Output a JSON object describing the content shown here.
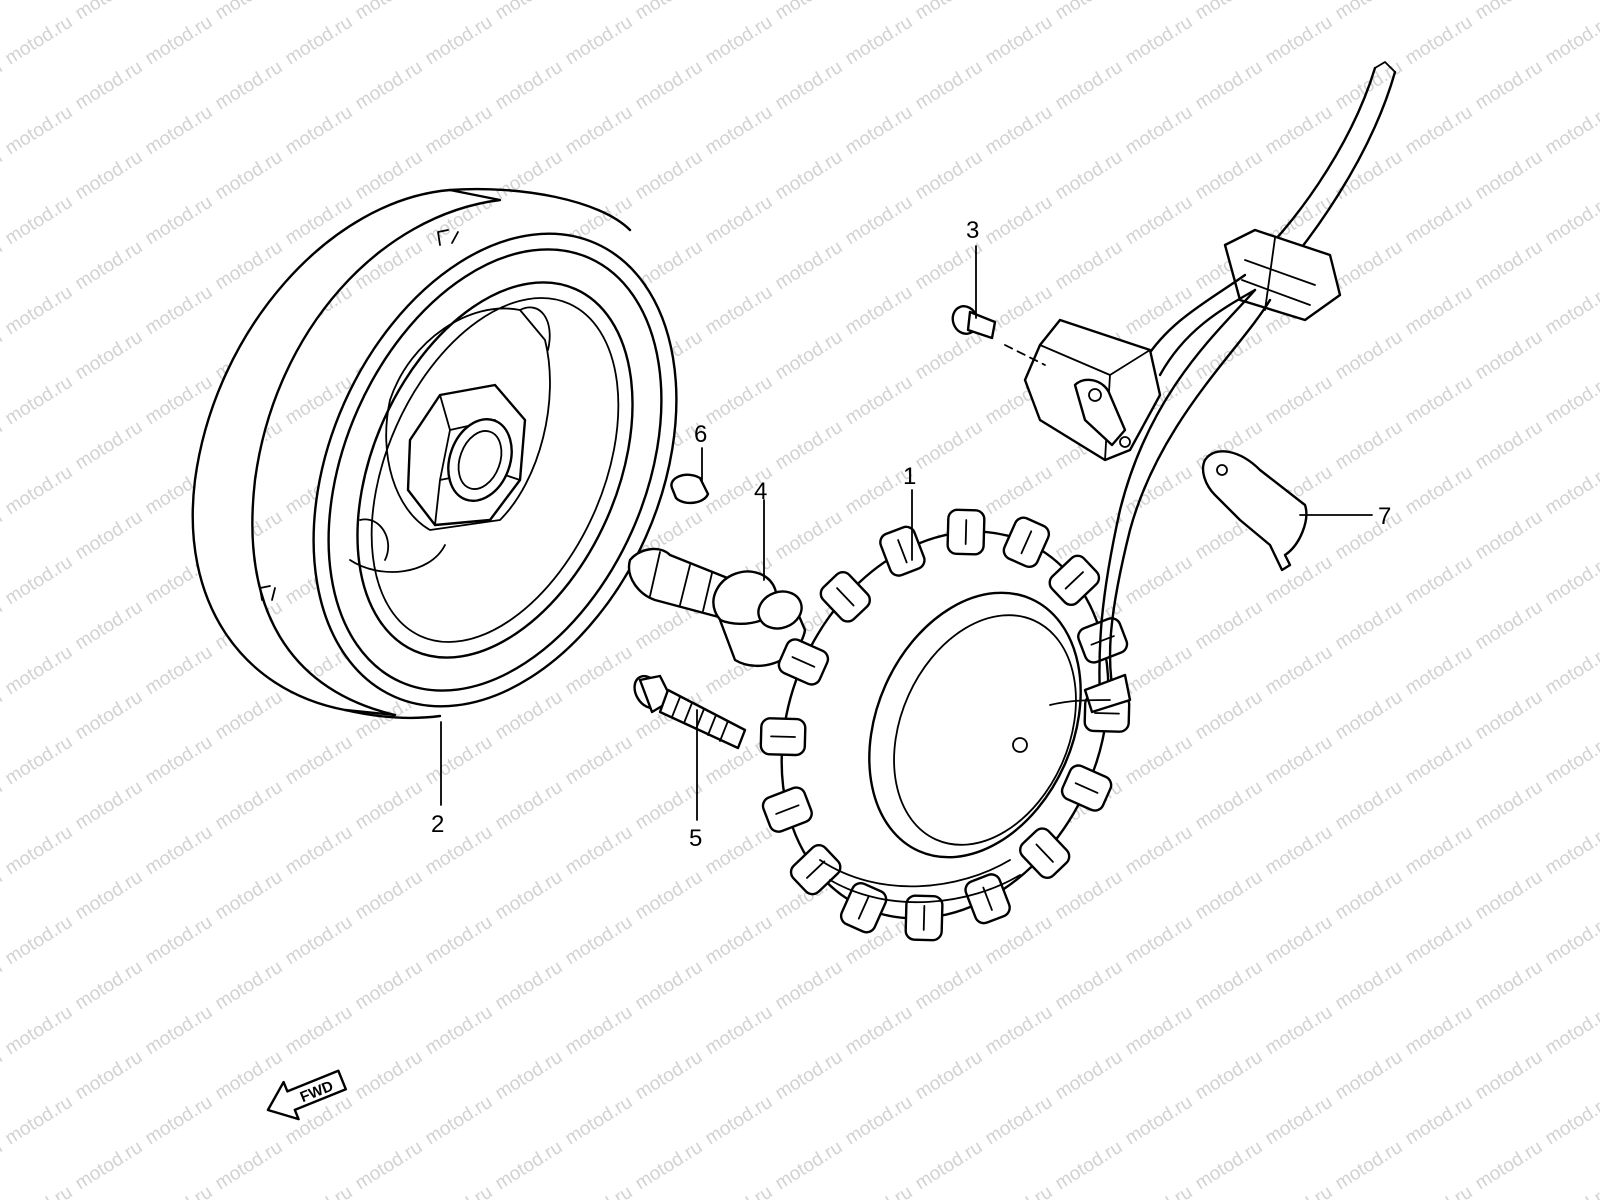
{
  "watermark": "motod.ru",
  "direction_marker": "FWD",
  "callouts": [
    {
      "id": "1",
      "label": "1"
    },
    {
      "id": "2",
      "label": "2"
    },
    {
      "id": "3",
      "label": "3"
    },
    {
      "id": "4",
      "label": "4"
    },
    {
      "id": "5",
      "label": "5"
    },
    {
      "id": "6",
      "label": "6"
    },
    {
      "id": "7",
      "label": "7"
    }
  ]
}
